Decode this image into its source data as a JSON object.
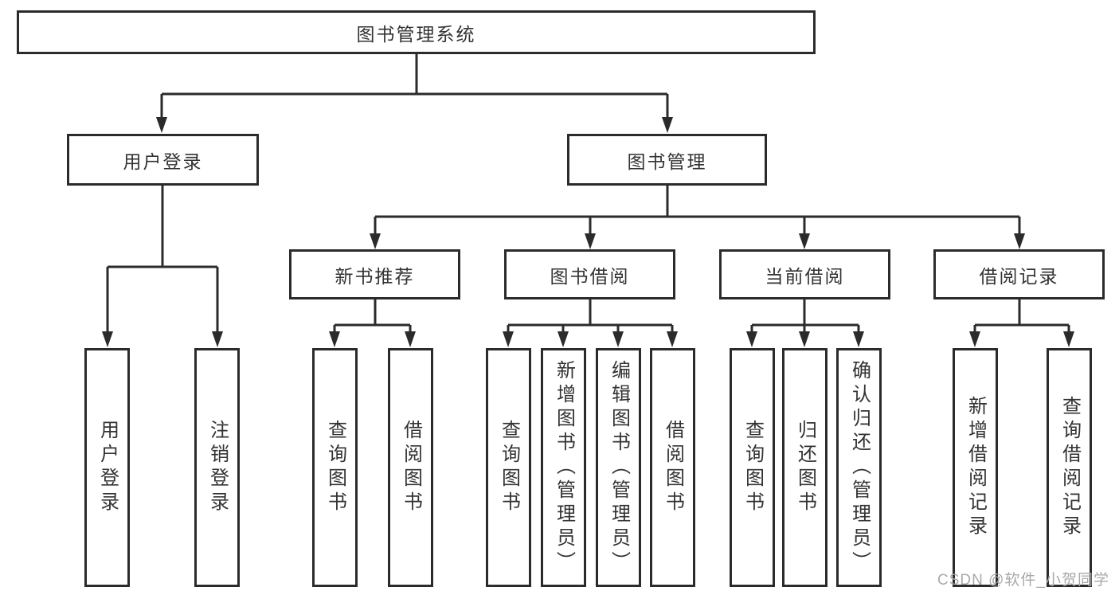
{
  "tree": {
    "root": {
      "label": "图书管理系统"
    },
    "branches": [
      {
        "label": "用户登录",
        "children": [
          {
            "label": "用户登录"
          },
          {
            "label": "注销登录"
          }
        ]
      },
      {
        "label": "图书管理",
        "children": [
          {
            "label": "新书推荐",
            "children": [
              {
                "label": "查询图书"
              },
              {
                "label": "借阅图书"
              }
            ]
          },
          {
            "label": "图书借阅",
            "children": [
              {
                "label": "查询图书"
              },
              {
                "label": "新增图书（管理员）"
              },
              {
                "label": "编辑图书（管理员）"
              },
              {
                "label": "借阅图书"
              }
            ]
          },
          {
            "label": "当前借阅",
            "children": [
              {
                "label": "查询图书"
              },
              {
                "label": "归还图书"
              },
              {
                "label": "确认归还（管理员）"
              }
            ]
          },
          {
            "label": "借阅记录",
            "children": [
              {
                "label": "新增借阅记录"
              },
              {
                "label": "查询借阅记录"
              }
            ]
          }
        ]
      }
    ]
  },
  "watermark": "CSDN @软件_小贺同学",
  "colors": {
    "line": "#2b2b2b",
    "text": "#333333",
    "watermark": "#a9a9a9",
    "background": "#ffffff"
  }
}
